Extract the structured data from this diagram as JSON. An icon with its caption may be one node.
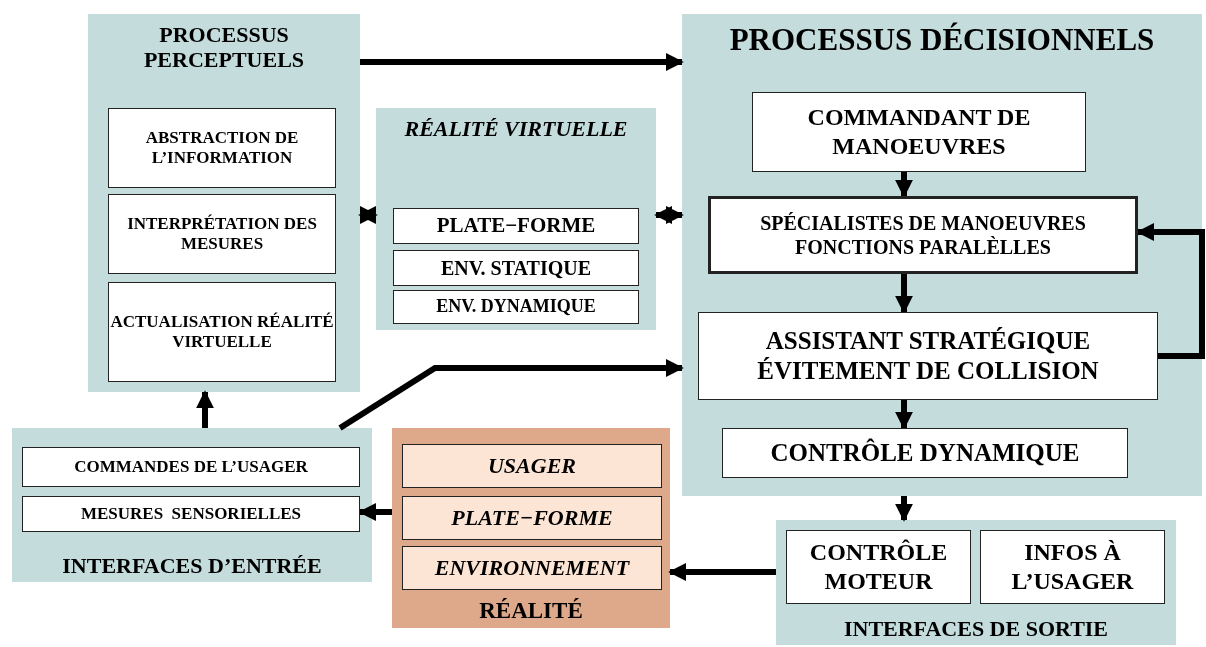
{
  "diagram": {
    "nodes": [
      {
        "text": [
          "PROCESSUS PERCEPTUELS"
        ]
      },
      {
        "text": [
          "ABSTRACTION DE L’INFORMATION"
        ],
        "in": 0
      },
      {
        "text": [
          "INTERPRÉTATION DES MESURES"
        ],
        "in": 0
      },
      {
        "text": [
          "ACTUALISATION RÉALITÉ VIRTUELLE"
        ],
        "in": 0
      },
      {
        "text": [
          "RÉALITÉ VIRTUELLE"
        ]
      },
      {
        "text": [
          "PLATE−FORME"
        ],
        "in": 4
      },
      {
        "text": [
          "ENV. STATIQUE"
        ],
        "in": 4
      },
      {
        "text": [
          "ENV. DYNAMIQUE"
        ],
        "in": 4
      },
      {
        "text": [
          "PROCESSUS DÉCISIONNELS"
        ]
      },
      {
        "text": [
          "COMMANDANT DE MANOEUVRES"
        ],
        "in": 8
      },
      {
        "text": [
          "SPÉCIALISTES DE MANOEUVRES FONCTIONS PARALÈLLES"
        ],
        "in": 8
      },
      {
        "text": [
          "ASSISTANT STRATÉGIQUE ÉVITEMENT DE COLLISION"
        ],
        "in": 8
      },
      {
        "text": [
          "CONTRÔLE DYNAMIQUE"
        ],
        "in": 8
      },
      {
        "text": [
          "INTERFACES D’ENTRÉE"
        ]
      },
      {
        "text": [
          "COMMANDES DE L’USAGER"
        ],
        "in": 13
      },
      {
        "text": [
          "MESURES  SENSORIELLES"
        ],
        "in": 13
      },
      {
        "text": [
          "RÉALITÉ"
        ]
      },
      {
        "text": [
          "USAGER"
        ],
        "in": 16
      },
      {
        "text": [
          "PLATE−FORME"
        ],
        "in": 16
      },
      {
        "text": [
          "ENVIRONNEMENT"
        ],
        "in": 16
      },
      {
        "text": [
          "INTERFACES DE SORTIE"
        ]
      },
      {
        "text": [
          "CONTRÔLE MOTEUR"
        ],
        "in": 20
      },
      {
        "text": [
          "INFOS À L’USAGER"
        ],
        "in": 20
      }
    ],
    "edges": [
      {
        "from": 0,
        "to": 8,
        "arrow": "to"
      },
      {
        "from": 0,
        "to": 4,
        "arrow": "both"
      },
      {
        "from": 4,
        "to": 8,
        "arrow": "both"
      },
      {
        "from": 9,
        "to": 10,
        "arrow": "to"
      },
      {
        "from": 10,
        "to": 11,
        "arrow": "to"
      },
      {
        "from": 11,
        "to": 10,
        "arrow": "to"
      },
      {
        "from": 11,
        "to": 12,
        "arrow": "to"
      },
      {
        "from": 8,
        "to": 20,
        "arrow": "to"
      },
      {
        "from": 20,
        "to": 16,
        "arrow": "to"
      },
      {
        "from": 16,
        "to": 15,
        "arrow": "to"
      },
      {
        "from": 13,
        "to": 0,
        "arrow": "to"
      },
      {
        "from": 13,
        "to": 8,
        "arrow": "to"
      }
    ]
  }
}
